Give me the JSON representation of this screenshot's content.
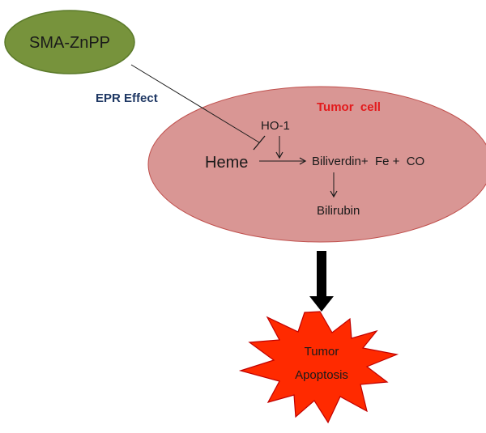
{
  "diagram": {
    "drug": {
      "label": "SMA-ZnPP",
      "color": "#77933c"
    },
    "epr": {
      "label": "EPR Effect",
      "color": "#1f3864"
    },
    "cell": {
      "title": "Tumor  cell",
      "title_color": "#e31a1c",
      "fill_color": "#d99694",
      "enzyme": "HO-1",
      "substrate": "Heme",
      "products": "Biliverdin+  Fe +  CO",
      "downstream": "Bilirubin"
    },
    "outcome": {
      "line1": "Tumor",
      "line2": "Apoptosis",
      "color": "#ff2a00"
    }
  }
}
